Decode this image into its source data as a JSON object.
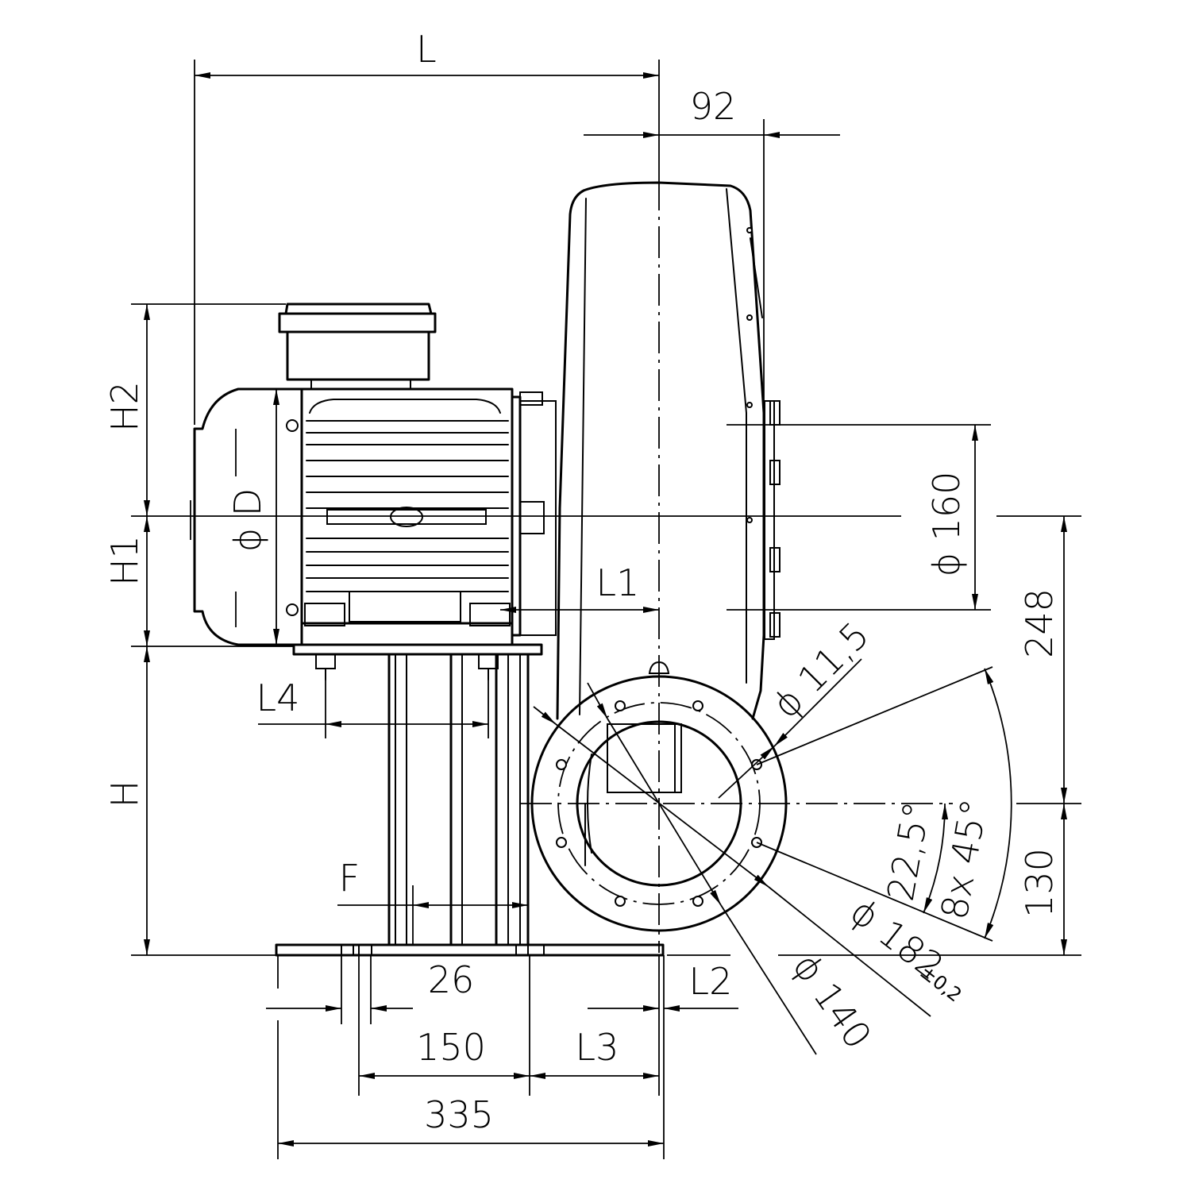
{
  "labels": {
    "L": "L",
    "d92": "92",
    "H2": "H2",
    "H1": "H1",
    "H": "H",
    "phiD": "ϕ D",
    "L1": "L1",
    "L4": "L4",
    "F": "F",
    "d26": "26",
    "d150": "150",
    "L3": "L3",
    "d335": "335",
    "L2": "L2",
    "phi160": "ϕ 160",
    "d248": "248",
    "d130": "130",
    "phi115": "ϕ 11,5",
    "ang225": "22,5°",
    "ang8x45": "8x 45°",
    "phi182": "ϕ 182",
    "tol182": "±0,2",
    "phi140": "ϕ 140"
  }
}
